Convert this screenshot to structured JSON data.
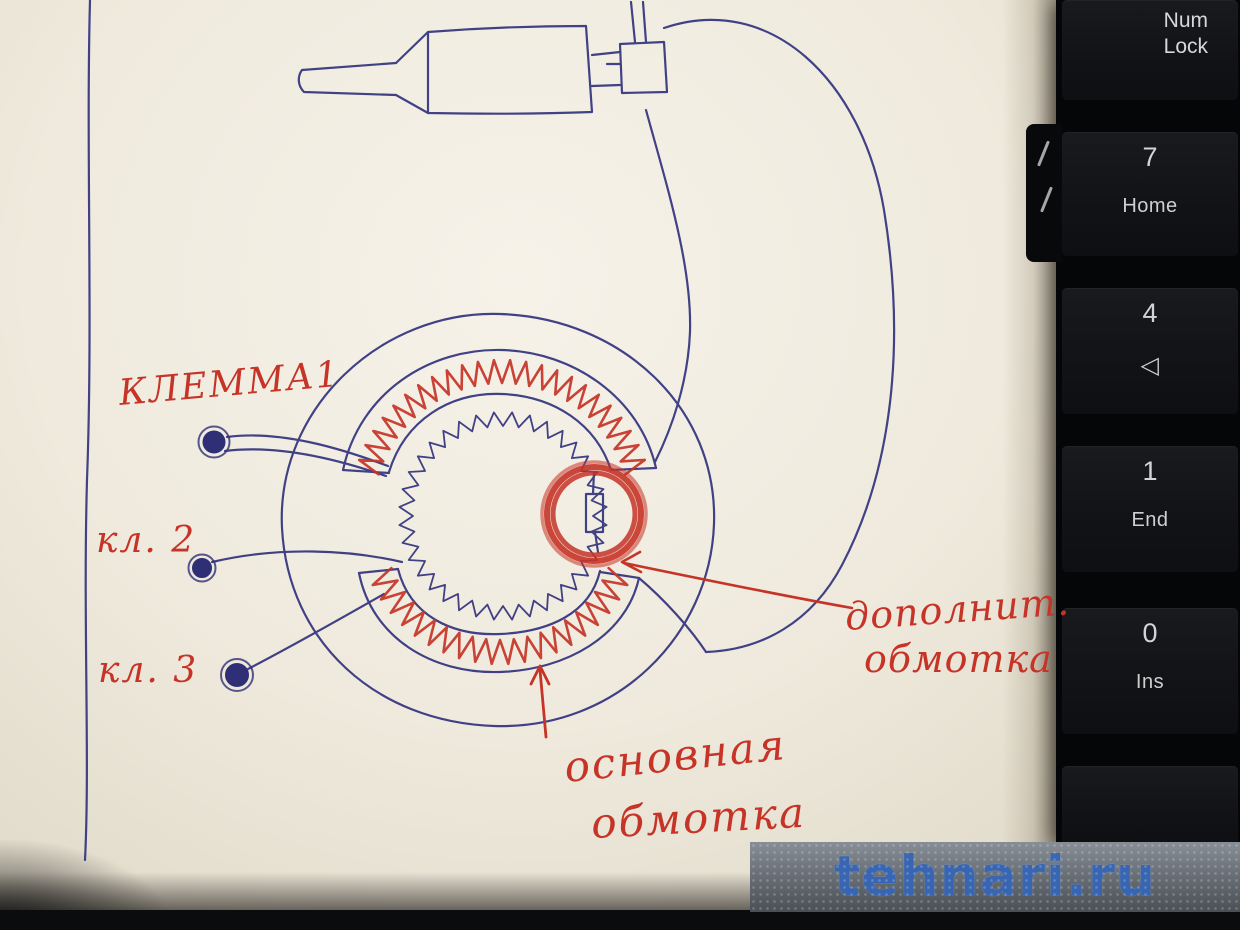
{
  "sketch": {
    "labels": {
      "terminal1": "КЛЕММА1",
      "terminal2": "кл. 2",
      "terminal3": "кл. 3",
      "aux_winding": [
        "дополнит.",
        "обмотка"
      ],
      "main_winding": [
        "основная",
        "обмотка"
      ]
    },
    "colors": {
      "ink_blue": "#34347e",
      "ink_red": "#c63327"
    }
  },
  "keyboard": {
    "keys": [
      {
        "label_line1": "Num",
        "label_line2": "Lock"
      },
      {
        "main": "7",
        "sub": "Home"
      },
      {
        "main": "4",
        "sub": "◁"
      },
      {
        "main": "1",
        "sub": "End"
      },
      {
        "main": "0",
        "sub": "Ins"
      }
    ]
  },
  "watermark": {
    "text": "tehnari.ru"
  }
}
